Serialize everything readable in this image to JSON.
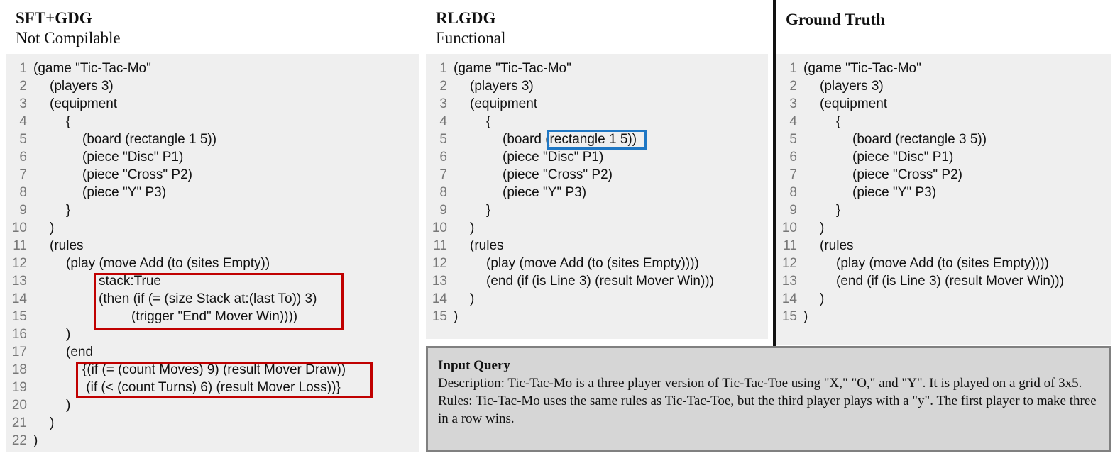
{
  "columns": [
    {
      "title": "SFT+GDG",
      "subtitle": "Not Compilable",
      "lines": [
        {
          "n": "1",
          "indent": 0,
          "text": "(game \"Tic-Tac-Mo\""
        },
        {
          "n": "2",
          "indent": 1,
          "text": "(players 3)"
        },
        {
          "n": "3",
          "indent": 1,
          "text": "(equipment"
        },
        {
          "n": "4",
          "indent": 2,
          "text": "{"
        },
        {
          "n": "5",
          "indent": 3,
          "text": "(board (rectangle 1 5))"
        },
        {
          "n": "6",
          "indent": 3,
          "text": "(piece \"Disc\" P1)"
        },
        {
          "n": "7",
          "indent": 3,
          "text": "(piece \"Cross\" P2)"
        },
        {
          "n": "8",
          "indent": 3,
          "text": "(piece \"Y\" P3)"
        },
        {
          "n": "9",
          "indent": 2,
          "text": "}"
        },
        {
          "n": "10",
          "indent": 1,
          "text": ")"
        },
        {
          "n": "11",
          "indent": 1,
          "text": "(rules"
        },
        {
          "n": "12",
          "indent": 2,
          "text": "(play (move Add (to (sites Empty))"
        },
        {
          "n": "13",
          "indent": 4,
          "text": "stack:True"
        },
        {
          "n": "14",
          "indent": 4,
          "text": "(then (if (= (size Stack at:(last To)) 3)"
        },
        {
          "n": "15",
          "indent": 6,
          "text": "(trigger \"End\" Mover Win))))"
        },
        {
          "n": "16",
          "indent": 2,
          "text": ")"
        },
        {
          "n": "17",
          "indent": 2,
          "text": "(end"
        },
        {
          "n": "18",
          "indent": 3,
          "text": "{(if (= (count Moves) 9) (result Mover Draw))"
        },
        {
          "n": "19",
          "indent": 3,
          "text": " (if (< (count Turns) 6) (result Mover Loss))}"
        },
        {
          "n": "20",
          "indent": 2,
          "text": ")"
        },
        {
          "n": "21",
          "indent": 1,
          "text": ")"
        },
        {
          "n": "22",
          "indent": 0,
          "text": ")"
        }
      ]
    },
    {
      "title": "RLGDG",
      "subtitle": "Functional",
      "lines": [
        {
          "n": "1",
          "indent": 0,
          "text": "(game \"Tic-Tac-Mo\""
        },
        {
          "n": "2",
          "indent": 1,
          "text": "(players 3)"
        },
        {
          "n": "3",
          "indent": 1,
          "text": "(equipment"
        },
        {
          "n": "4",
          "indent": 2,
          "text": "{"
        },
        {
          "n": "5",
          "indent": 3,
          "text": "(board (rectangle 1 5))"
        },
        {
          "n": "6",
          "indent": 3,
          "text": "(piece \"Disc\" P1)"
        },
        {
          "n": "7",
          "indent": 3,
          "text": "(piece \"Cross\" P2)"
        },
        {
          "n": "8",
          "indent": 3,
          "text": "(piece \"Y\" P3)"
        },
        {
          "n": "9",
          "indent": 2,
          "text": "}"
        },
        {
          "n": "10",
          "indent": 1,
          "text": ")"
        },
        {
          "n": "11",
          "indent": 1,
          "text": "(rules"
        },
        {
          "n": "12",
          "indent": 2,
          "text": "(play (move Add (to (sites Empty))))"
        },
        {
          "n": "13",
          "indent": 2,
          "text": "(end (if (is Line 3) (result Mover Win)))"
        },
        {
          "n": "14",
          "indent": 1,
          "text": ")"
        },
        {
          "n": "15",
          "indent": 0,
          "text": ")"
        }
      ]
    },
    {
      "title": "Ground Truth",
      "subtitle": "",
      "lines": [
        {
          "n": "1",
          "indent": 0,
          "text": "(game \"Tic-Tac-Mo\""
        },
        {
          "n": "2",
          "indent": 1,
          "text": "(players 3)"
        },
        {
          "n": "3",
          "indent": 1,
          "text": "(equipment"
        },
        {
          "n": "4",
          "indent": 2,
          "text": "{"
        },
        {
          "n": "5",
          "indent": 3,
          "text": "(board (rectangle 3 5))"
        },
        {
          "n": "6",
          "indent": 3,
          "text": "(piece \"Disc\" P1)"
        },
        {
          "n": "7",
          "indent": 3,
          "text": "(piece \"Cross\" P2)"
        },
        {
          "n": "8",
          "indent": 3,
          "text": "(piece \"Y\" P3)"
        },
        {
          "n": "9",
          "indent": 2,
          "text": "}"
        },
        {
          "n": "10",
          "indent": 1,
          "text": ")"
        },
        {
          "n": "11",
          "indent": 1,
          "text": "(rules"
        },
        {
          "n": "12",
          "indent": 2,
          "text": "(play (move Add (to (sites Empty))))"
        },
        {
          "n": "13",
          "indent": 2,
          "text": "(end (if (is Line 3) (result Mover Win)))"
        },
        {
          "n": "14",
          "indent": 1,
          "text": ")"
        },
        {
          "n": "15",
          "indent": 0,
          "text": ")"
        }
      ]
    }
  ],
  "highlight_colors": {
    "error": "#c00000",
    "diff": "#1f77c4"
  },
  "query": {
    "title": "Input Query",
    "description": "Description: Tic-Tac-Mo is a three player version of Tic-Tac-Toe using \"X,\" \"O,\" and \"Y\". It is played on a grid of 3x5.",
    "rules": "Rules: Tic-Tac-Mo uses the same rules as Tic-Tac-Toe, but the third player plays with a \"y\". The first player to make three in a row wins."
  }
}
